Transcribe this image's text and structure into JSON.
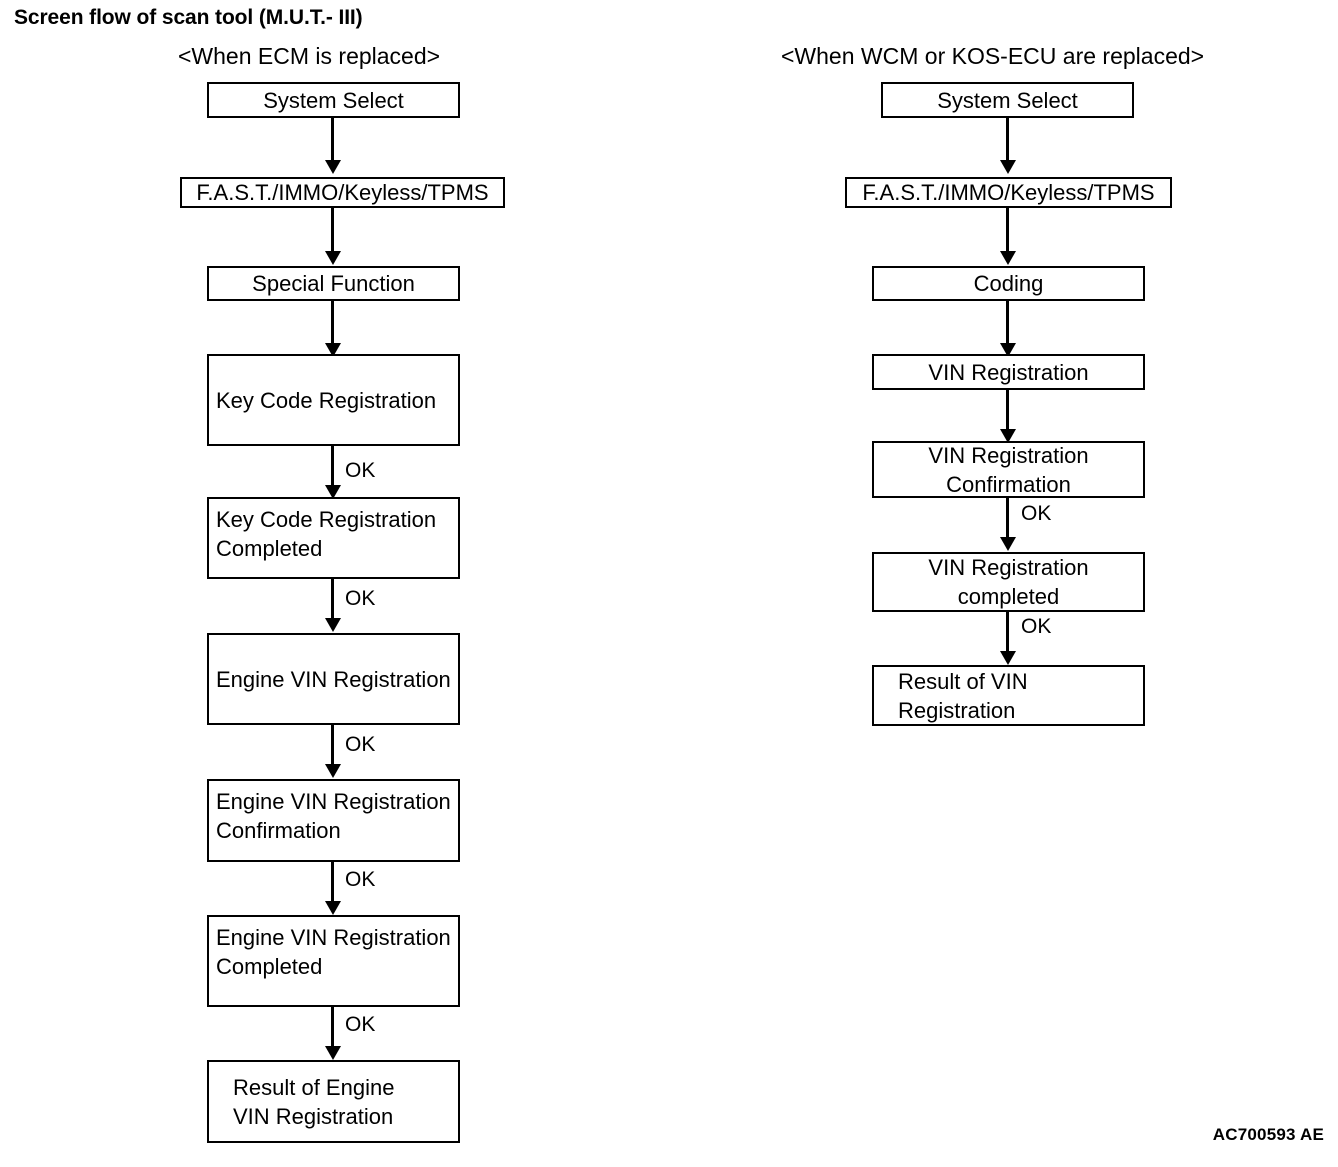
{
  "title": "Screen flow of scan tool (M.U.T.- III)",
  "doc_code": "AC700593 AE",
  "columns": [
    {
      "heading": "<When ECM is replaced>",
      "nodes": [
        {
          "label": "System Select"
        },
        {
          "label": "F.A.S.T./IMMO/Keyless/TPMS"
        },
        {
          "label": "Special Function"
        },
        {
          "label": "Key Code Registration"
        },
        {
          "label": "Key Code Registration\nCompleted"
        },
        {
          "label": "Engine VIN Registration"
        },
        {
          "label": "Engine VIN Registration\nConfirmation"
        },
        {
          "label": "Engine VIN Registration\nCompleted"
        },
        {
          "label": "Result of Engine\nVIN Registration"
        }
      ],
      "edge_labels": [
        "",
        "",
        "",
        "OK",
        "OK",
        "OK",
        "OK",
        "OK"
      ]
    },
    {
      "heading": "<When WCM or KOS-ECU are replaced>",
      "nodes": [
        {
          "label": "System Select"
        },
        {
          "label": "F.A.S.T./IMMO/Keyless/TPMS"
        },
        {
          "label": "Coding"
        },
        {
          "label": "VIN Registration"
        },
        {
          "label": "VIN Registration\nConfirmation"
        },
        {
          "label": "VIN Registration\ncompleted"
        },
        {
          "label": "Result of VIN\nRegistration"
        }
      ],
      "edge_labels": [
        "",
        "",
        "",
        "",
        "OK",
        "OK"
      ]
    }
  ],
  "colors": {
    "stroke": "#000000",
    "background": "#ffffff",
    "text": "#000000"
  }
}
